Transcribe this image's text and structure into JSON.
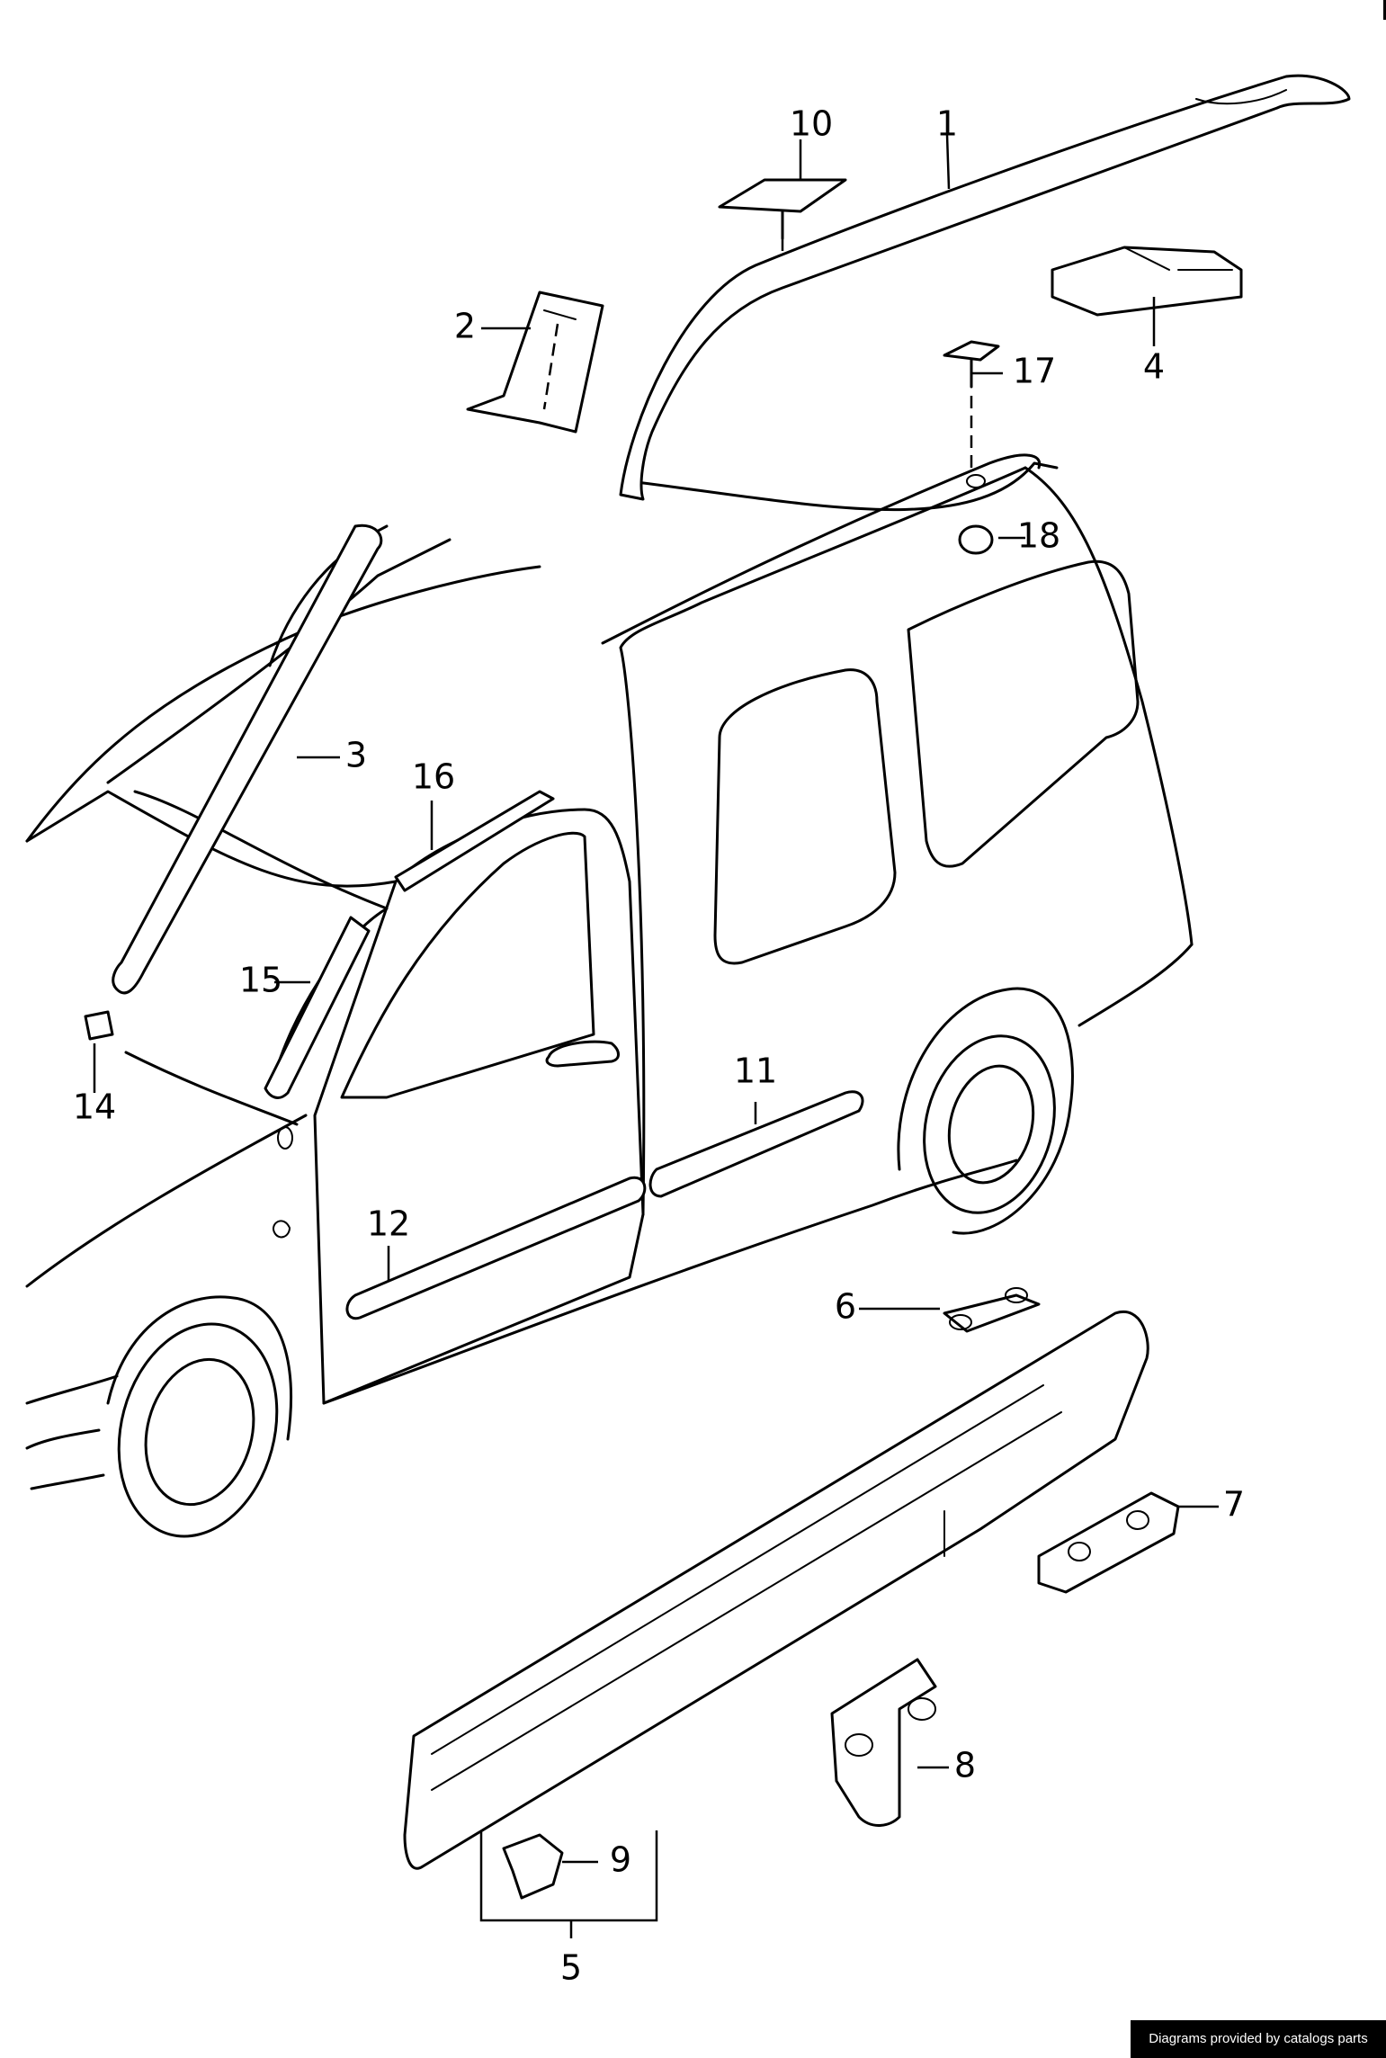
{
  "diagram": {
    "callouts": {
      "c1": "1",
      "c2": "2",
      "c3": "3",
      "c4": "4",
      "c5": "5",
      "c6": "6",
      "c7": "7",
      "c8": "8",
      "c9": "9",
      "c10": "10",
      "c11": "11",
      "c12": "12",
      "c14": "14",
      "c15": "15",
      "c16": "16",
      "c17": "17",
      "c18": "18"
    }
  },
  "footer": {
    "credit": "Diagrams provided by catalogs parts"
  }
}
